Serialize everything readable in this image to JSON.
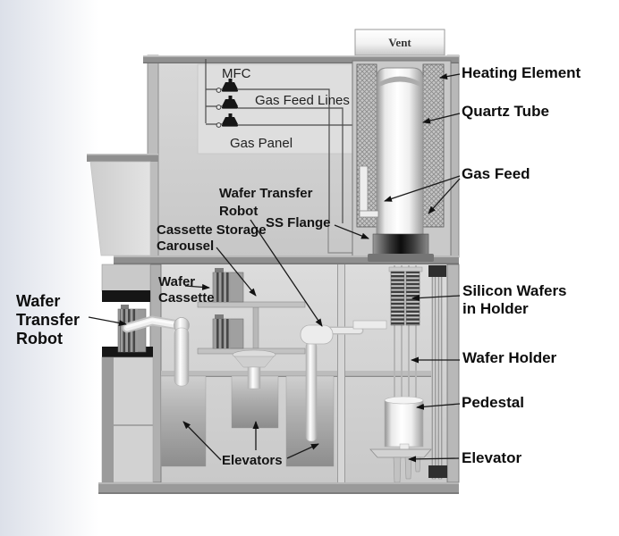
{
  "labels": {
    "vent": "Vent",
    "mfc": "MFC",
    "gas_feed_lines": "Gas Feed Lines",
    "gas_panel": "Gas Panel",
    "wafer_transfer_robot_center": [
      "Wafer Transfer",
      "Robot"
    ],
    "ss_flange": "SS Flange",
    "cassette_storage_carousel": [
      "Cassette Storage",
      "Carousel"
    ],
    "wafer_cassette": [
      "Wafer",
      "Cassette"
    ],
    "wafer_transfer_robot_left": [
      "Wafer",
      "Transfer",
      "Robot"
    ],
    "elevators": "Elevators",
    "heating_element": "Heating Element",
    "quartz_tube": "Quartz Tube",
    "gas_feed": "Gas Feed",
    "silicon_wafers_in_holder": [
      "Silicon Wafers",
      "in Holder"
    ],
    "wafer_holder": "Wafer Holder",
    "pedestal": "Pedestal",
    "elevator": "Elevator"
  },
  "colors": {
    "cabinet_gray": "#cfcfcf",
    "bar_gray": "#8f8f8f",
    "black_accent": "#161616",
    "panel_light": "#dedede",
    "left_tint": "#dce0e9",
    "label_black": "#0d0d0d"
  }
}
